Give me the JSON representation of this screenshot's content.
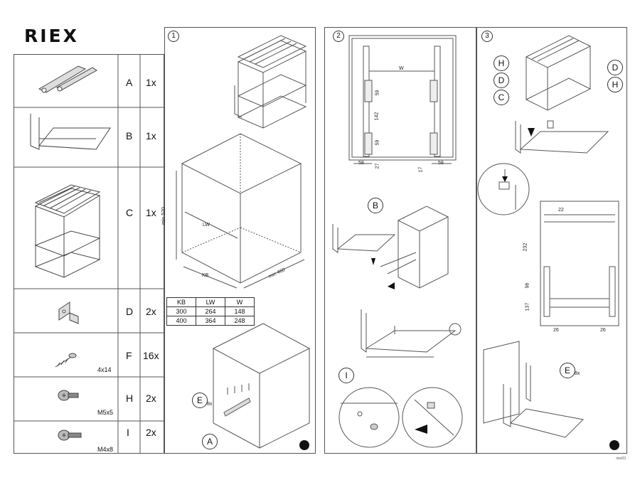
{
  "logo": "RIEX",
  "parts": [
    {
      "letter": "A",
      "qty": "1x",
      "size": ""
    },
    {
      "letter": "B",
      "qty": "1x",
      "size": ""
    },
    {
      "letter": "C",
      "qty": "1x",
      "size": ""
    },
    {
      "letter": "D",
      "qty": "2x",
      "size": ""
    },
    {
      "letter": "F",
      "qty": "16x",
      "size": "4x14"
    },
    {
      "letter": "H",
      "qty": "2x",
      "size": "M5x5"
    },
    {
      "letter": "I",
      "qty": "2x",
      "size": "M4x8"
    }
  ],
  "steps": [
    "1",
    "2",
    "3"
  ],
  "step1": {
    "dims": {
      "height": "min 520",
      "depth": "min 460",
      "inner": "LW",
      "outer": "KB"
    },
    "table": {
      "headers": [
        "KB",
        "LW",
        "W"
      ],
      "rows": [
        [
          "300",
          "264",
          "148"
        ],
        [
          "400",
          "364",
          "248"
        ]
      ]
    },
    "callouts": {
      "e": "E",
      "e_qty": "8x",
      "a": "A"
    }
  },
  "step2": {
    "dims": {
      "w": "W",
      "d59a": "59",
      "d142": "142",
      "d59b": "59",
      "d27": "27",
      "d17": "17",
      "d58a": "58",
      "d58b": "58"
    },
    "callouts": {
      "b": "B",
      "i": "I"
    }
  },
  "step3": {
    "dims": {
      "d22": "22",
      "d232": "232",
      "d96": "96",
      "d137": "137",
      "d26a": "26",
      "d26b": "26"
    },
    "callouts": {
      "h1": "H",
      "d1": "D",
      "c": "C",
      "d2": "D",
      "h2": "H",
      "e": "E",
      "e_qty": "8x"
    }
  },
  "footer": "riex03"
}
